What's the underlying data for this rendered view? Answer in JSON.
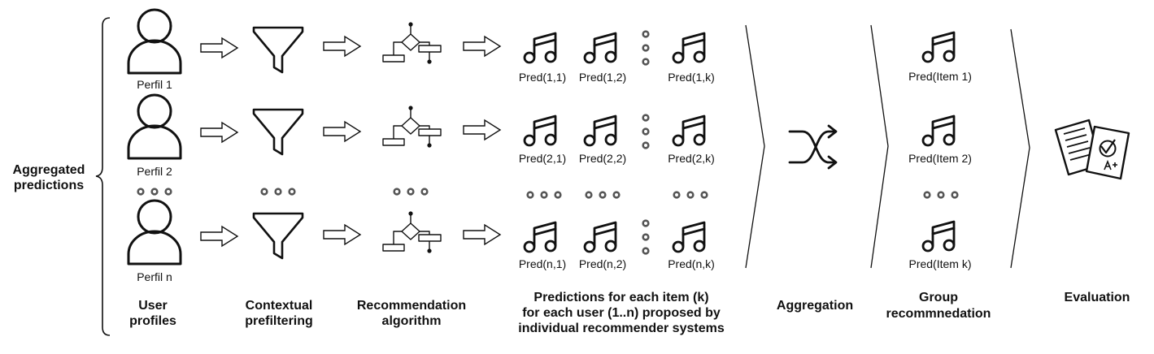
{
  "labels": {
    "side": [
      "Aggregated",
      "predictions"
    ],
    "profiles": [
      "Perfil 1",
      "Perfil 2",
      "Perfil n"
    ],
    "preds_row1": [
      "Pred(1,1)",
      "Pred(1,2)",
      "Pred(1,k)"
    ],
    "preds_row2": [
      "Pred(2,1)",
      "Pred(2,2)",
      "Pred(2,k)"
    ],
    "preds_row3": [
      "Pred(n,1)",
      "Pred(n,2)",
      "Pred(n,k)"
    ],
    "group_items": [
      "Pred(Item 1)",
      "Pred(Item 2)",
      "Pred(Item k)"
    ]
  },
  "stages": {
    "user_profiles": [
      "User",
      "profiles"
    ],
    "prefiltering": [
      "Contextual",
      "prefiltering"
    ],
    "algorithm": [
      "Recommendation",
      "algorithm"
    ],
    "predictions": [
      "Predictions for each item (k)",
      "for each user (1..n) proposed by",
      "individual recommender systems"
    ],
    "aggregation": [
      "Aggregation"
    ],
    "group": [
      "Group",
      "recommnedation"
    ],
    "evaluation": [
      "Evaluation"
    ]
  },
  "icons": {
    "user": "user-icon",
    "filter": "funnel-icon",
    "algorithm": "flowchart-icon",
    "prediction": "music-note-icon",
    "aggregation": "shuffle-icon",
    "evaluation": "graded-documents-icon"
  }
}
